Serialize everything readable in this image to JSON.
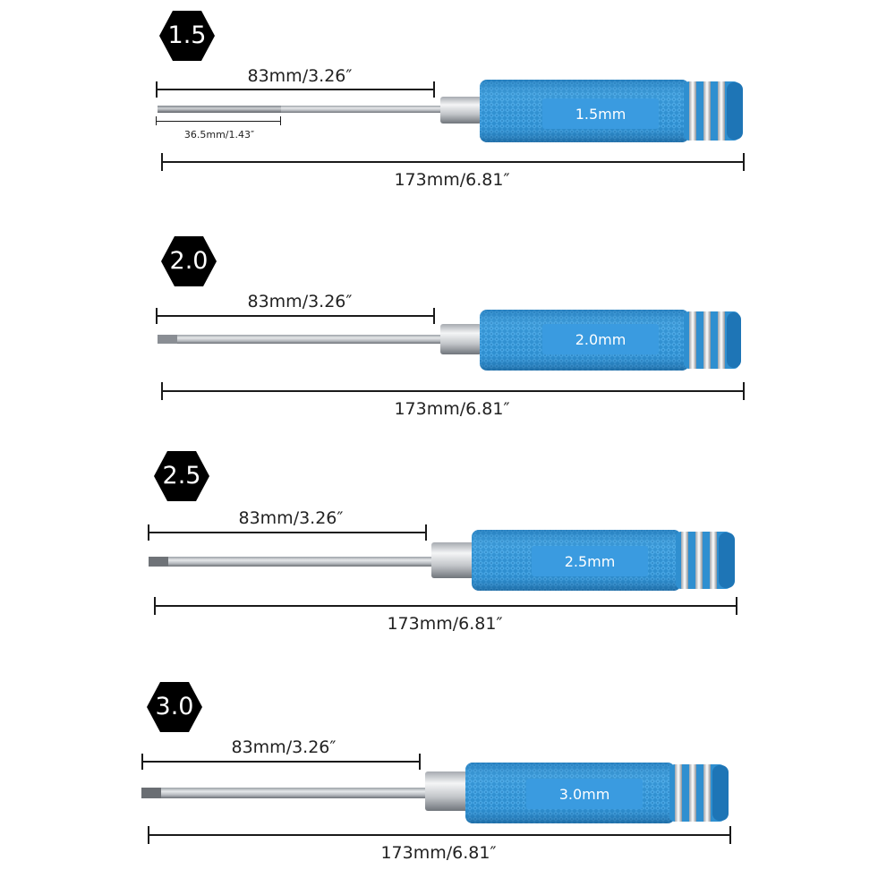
{
  "palette": {
    "handle_blue": "#2f8fd0",
    "handle_blue_dark": "#1b6fae",
    "handle_blue_light": "#6ec0ef",
    "label_plate": "#3a9be0",
    "steel": "#c9ccd0",
    "steel_dark": "#7d8187",
    "badge": "#000000"
  },
  "tools": [
    {
      "badge": "1.5",
      "shaft_dim": "83mm/3.26″",
      "tip_dim": "36.5mm/1.43″",
      "total_dim": "173mm/6.81″",
      "handle_label": "1.5mm"
    },
    {
      "badge": "2.0",
      "shaft_dim": "83mm/3.26″",
      "total_dim": "173mm/6.81″",
      "handle_label": "2.0mm"
    },
    {
      "badge": "2.5",
      "shaft_dim": "83mm/3.26″",
      "total_dim": "173mm/6.81″",
      "handle_label": "2.5mm"
    },
    {
      "badge": "3.0",
      "shaft_dim": "83mm/3.26″",
      "total_dim": "173mm/6.81″",
      "handle_label": "3.0mm"
    }
  ]
}
